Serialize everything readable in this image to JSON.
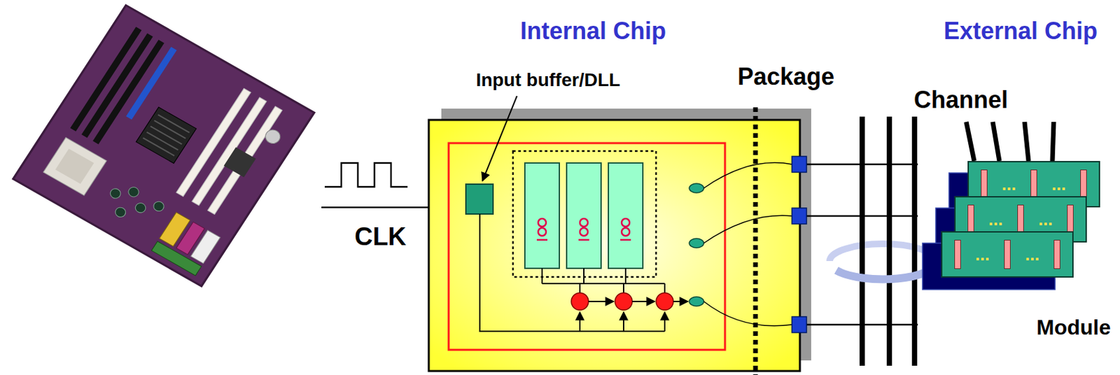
{
  "diagram": {
    "nodes": [
      {
        "text": [
          "...",
          "..."
        ]
      },
      {
        "text": [
          "...",
          "..."
        ]
      },
      {
        "text": [
          "...",
          "..."
        ]
      }
    ],
    "labels": [
      "Internal Chip",
      "External Chip",
      "Input buffer/DLL",
      "Package",
      "Channel",
      "CLK",
      "Module"
    ]
  }
}
